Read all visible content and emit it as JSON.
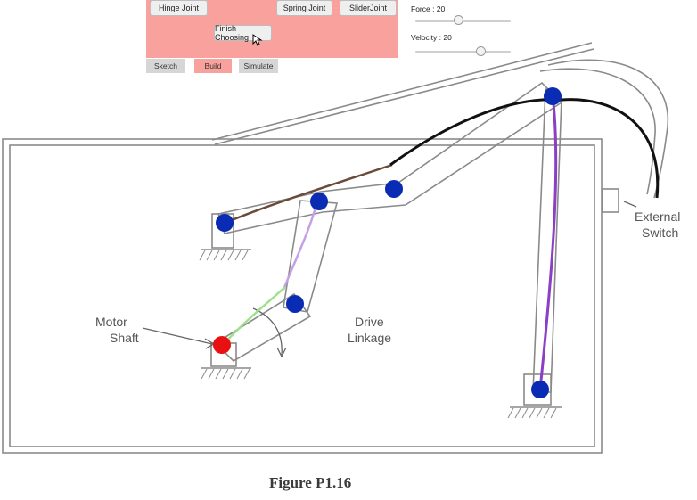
{
  "toolbar": {
    "hinge_label": "Hinge Joint",
    "spring_label": "Spring Joint",
    "slider_label": "SliderJoint",
    "finish_label": "Finish Choosing"
  },
  "tabs": [
    {
      "label": "Sketch",
      "active": false
    },
    {
      "label": "Build",
      "active": true
    },
    {
      "label": "Simulate",
      "active": false
    }
  ],
  "controls": {
    "force": {
      "label": "Force : 20",
      "value": 20,
      "level": 0.45
    },
    "velocity": {
      "label": "Velocity : 20",
      "value": 20,
      "level": 0.68
    }
  },
  "figure": {
    "motor_label_line1": "Motor",
    "motor_label_line2": "Shaft",
    "drive_label_line1": "Drive",
    "drive_label_line2": "Linkage",
    "switch_label_line1": "External",
    "switch_label_line2": "Switch",
    "caption": "Figure P1.16"
  },
  "colors": {
    "panel": "#f9a19c",
    "joint": "#0a2bb3",
    "motor_joint": "#e81010",
    "stroke_brown": "#6b4a3a",
    "stroke_black": "#111111",
    "stroke_purple": "#8a3fc4",
    "stroke_lavender": "#c6a0e6",
    "stroke_green": "#9fe08a"
  }
}
